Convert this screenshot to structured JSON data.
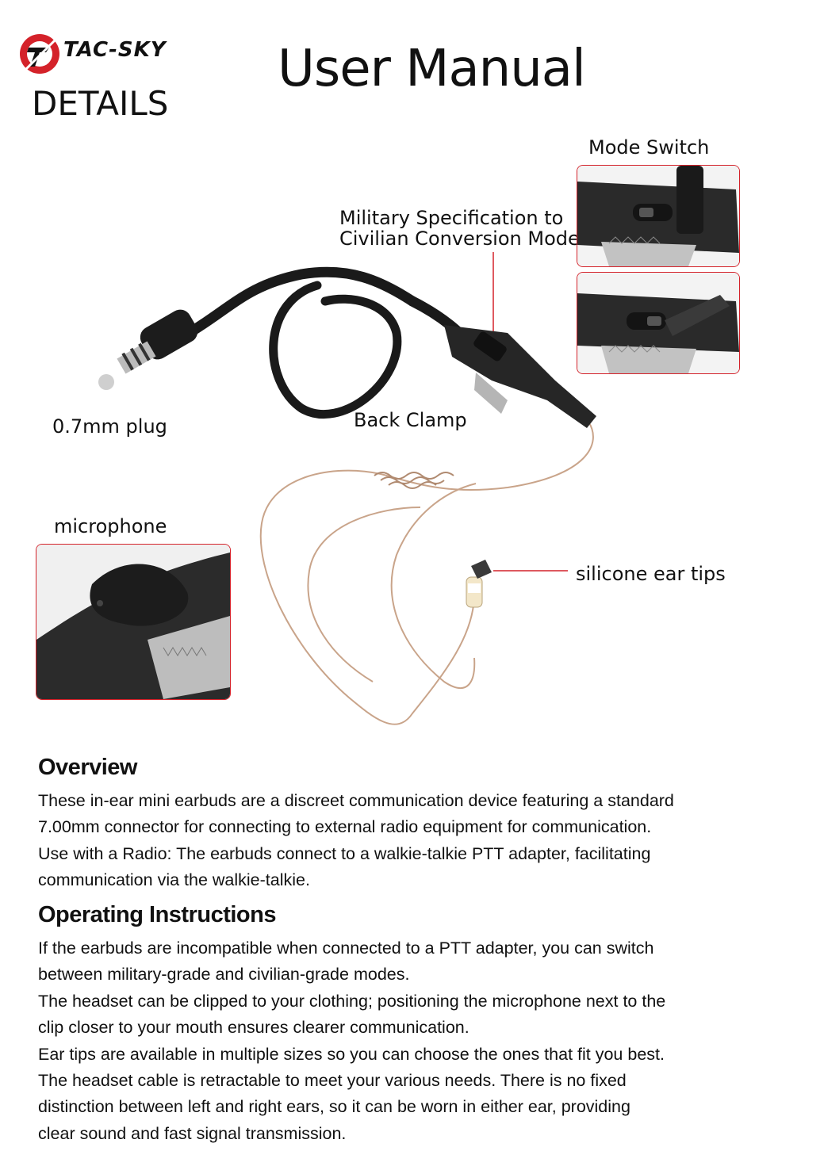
{
  "brand": {
    "name": "TAC-SKY",
    "accent_color": "#d4222a"
  },
  "header": {
    "subtitle": "DETAILS",
    "title": "User Manual"
  },
  "callouts": {
    "mode_switch": "Mode Switch",
    "military_line1": "Military Specification to",
    "military_line2": "Civilian Conversion Mode",
    "plug": "0.7mm plug",
    "back_clamp": "Back Clamp",
    "microphone": "microphone",
    "ear_tips": "silicone ear tips"
  },
  "overview": {
    "heading": "Overview",
    "lines": [
      "These in-ear mini earbuds are a discreet communication device featuring a standard",
      "7.00mm connector for connecting to external radio equipment for communication.",
      "Use with a Radio: The earbuds connect to a walkie-talkie PTT adapter, facilitating",
      "communication via the walkie-talkie."
    ]
  },
  "operating": {
    "heading": "Operating Instructions",
    "lines": [
      "If the earbuds are incompatible when connected to a PTT adapter, you can switch",
      "between military-grade and civilian-grade modes.",
      "The headset can be clipped to your clothing; positioning the microphone next to the",
      "clip closer to your mouth ensures clearer communication.",
      "Ear tips are available in multiple sizes so you can choose the ones that fit you best.",
      "The headset cable is retractable to meet your various needs. There is no fixed",
      "distinction between left and right ears, so it can be worn in either ear, providing",
      "clear sound and fast signal transmission."
    ]
  }
}
